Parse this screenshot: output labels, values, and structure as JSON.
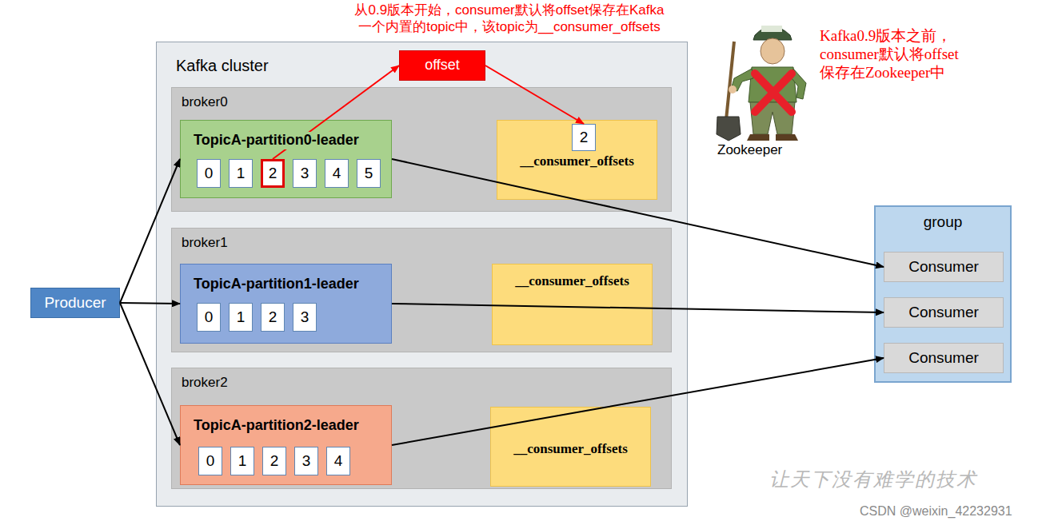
{
  "diagram": {
    "nodes": [
      {
        "text": [
          "Kafka cluster"
        ]
      },
      {
        "text": [
          "offset"
        ],
        "in": 0
      },
      {
        "text": [
          "broker0"
        ],
        "in": 0
      },
      {
        "text": [
          "TopicA-partition0-leader"
        ],
        "in": 2
      },
      {
        "text": [
          "0"
        ],
        "in": 3
      },
      {
        "text": [
          "1"
        ],
        "in": 3
      },
      {
        "text": [
          "2"
        ],
        "in": 3
      },
      {
        "text": [
          "3"
        ],
        "in": 3
      },
      {
        "text": [
          "4"
        ],
        "in": 3
      },
      {
        "text": [
          "5"
        ],
        "in": 3
      },
      {
        "text": [
          "__consumer_offsets"
        ],
        "in": 2
      },
      {
        "text": [
          "2"
        ],
        "in": 10
      },
      {
        "text": [
          "broker1"
        ],
        "in": 0
      },
      {
        "text": [
          "TopicA-partition1-leader"
        ],
        "in": 12
      },
      {
        "text": [
          "0"
        ],
        "in": 13
      },
      {
        "text": [
          "1"
        ],
        "in": 13
      },
      {
        "text": [
          "2"
        ],
        "in": 13
      },
      {
        "text": [
          "3"
        ],
        "in": 13
      },
      {
        "text": [
          "__consumer_offsets"
        ],
        "in": 12
      },
      {
        "text": [
          "broker2"
        ],
        "in": 0
      },
      {
        "text": [
          "TopicA-partition2-leader"
        ],
        "in": 19
      },
      {
        "text": [
          "0"
        ],
        "in": 20
      },
      {
        "text": [
          "1"
        ],
        "in": 20
      },
      {
        "text": [
          "2"
        ],
        "in": 20
      },
      {
        "text": [
          "3"
        ],
        "in": 20
      },
      {
        "text": [
          "4"
        ],
        "in": 20
      },
      {
        "text": [
          "__consumer_offsets"
        ],
        "in": 19
      },
      {
        "text": [
          "Producer"
        ]
      },
      {
        "text": [
          "group"
        ]
      },
      {
        "text": [
          "Consumer"
        ],
        "in": 28
      },
      {
        "text": [
          "Consumer"
        ],
        "in": 28
      },
      {
        "text": [
          "Consumer"
        ],
        "in": 28
      }
    ],
    "edges": [
      {
        "from": 27,
        "to": 3,
        "arrow": "to"
      },
      {
        "from": 27,
        "to": 13,
        "arrow": "to"
      },
      {
        "from": 27,
        "to": 20,
        "arrow": "to"
      },
      {
        "from": 6,
        "to": 1,
        "arrow": "to"
      },
      {
        "from": 1,
        "to": 11,
        "arrow": "to"
      },
      {
        "from": 3,
        "to": 29,
        "arrow": "to"
      },
      {
        "from": 13,
        "to": 30,
        "arrow": "to"
      },
      {
        "from": 20,
        "to": 31,
        "arrow": "to"
      }
    ],
    "labels": [
      "从0.9版本开始，consumer默认将offset保存在Kafka 一个内置的topic中，该topic为__consumer_offsets",
      "Kafka0.9版本之前， consumer默认将offset 保存在Zookeeper中",
      "Zookeeper",
      "让天下没有难学的技术",
      "CSDN @weixin_42232931"
    ]
  }
}
